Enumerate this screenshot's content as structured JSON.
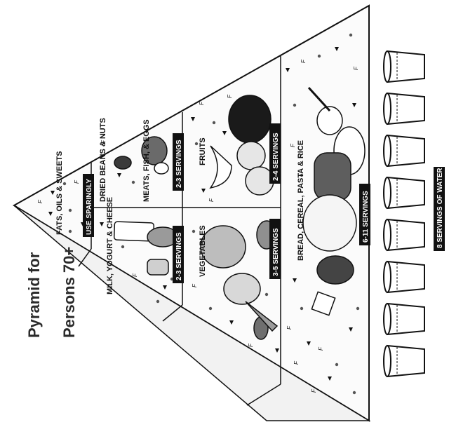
{
  "title": {
    "line1": "Pyramid for",
    "line2": "Persons 70+"
  },
  "tiers": {
    "fats": {
      "name": "FATS, OILS & SWEETS",
      "servings": "USE SPARINGLY"
    },
    "milk": {
      "name": "MILK, YOGURT & CHEESE",
      "servings": "2-3 SERVINGS"
    },
    "meat": {
      "name_top": "DRIED BEANS & NUTS",
      "name_bottom": "MEATS, FISH, & EGGS",
      "servings": "2-3 SERVINGS"
    },
    "vegetables": {
      "name": "VEGETABLES",
      "servings": "3-5 SERVINGS"
    },
    "fruits": {
      "name": "FRUITS",
      "servings": "2-4 SERVINGS"
    },
    "grains": {
      "name": "BREAD, CEREAL, PASTA & RICE",
      "servings": "6-11 SERVINGS"
    }
  },
  "water": {
    "label": "8 SERVINGS OF WATER",
    "glass_count": 8
  },
  "symbols": {
    "fat": "F",
    "sugar": "▼"
  },
  "colors": {
    "ink": "#111111",
    "dot": "#555555",
    "title": "#2b2b2b"
  }
}
